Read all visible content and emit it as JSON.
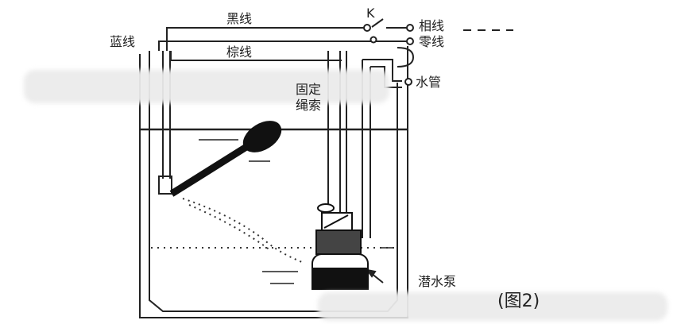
{
  "labels": {
    "black_wire": "黑线",
    "switch": "K",
    "phase_wire": "相线",
    "blue_wire": "蓝线",
    "neutral_wire": "零线",
    "brown_wire": "棕线",
    "water_pipe": "水管",
    "fixed_rope_line1": "固定",
    "fixed_rope_line2": "绳索",
    "submersible_pump": "潜水泵",
    "figure": "(图2)"
  },
  "colors": {
    "ink": "#222222",
    "background": "#ffffff",
    "redaction": "#ebebeb"
  }
}
